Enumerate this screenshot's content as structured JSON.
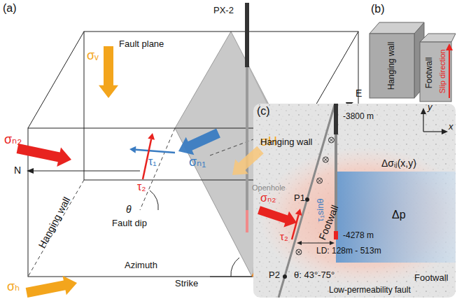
{
  "diagram": {
    "labels": [
      "(a)",
      "PX-2",
      "σᵥ",
      "Fault plane",
      "E",
      "σₙ₂",
      "σₙ₁",
      "σH",
      "τ₁",
      "τ₂",
      "N",
      "Hanging wall",
      "Openhole",
      "Footwall",
      "θ",
      "Fault dip",
      "Azimuth",
      "Strike",
      "σₕ",
      "(b)",
      "Hanging wall",
      "Footwall",
      "Slip direction",
      "(c)",
      "-3800 m",
      "y",
      "x",
      "Hanging wall",
      "Δσᵢⱼ(x,y)",
      "Δp",
      "P1",
      "σₙ₂",
      "τ₁sinθ",
      "τ₂",
      "-4278 m",
      "LD: 128m - 513m",
      "P2",
      "θ: 43°-75°",
      "Footwall",
      "Low-permeability fault"
    ]
  }
}
